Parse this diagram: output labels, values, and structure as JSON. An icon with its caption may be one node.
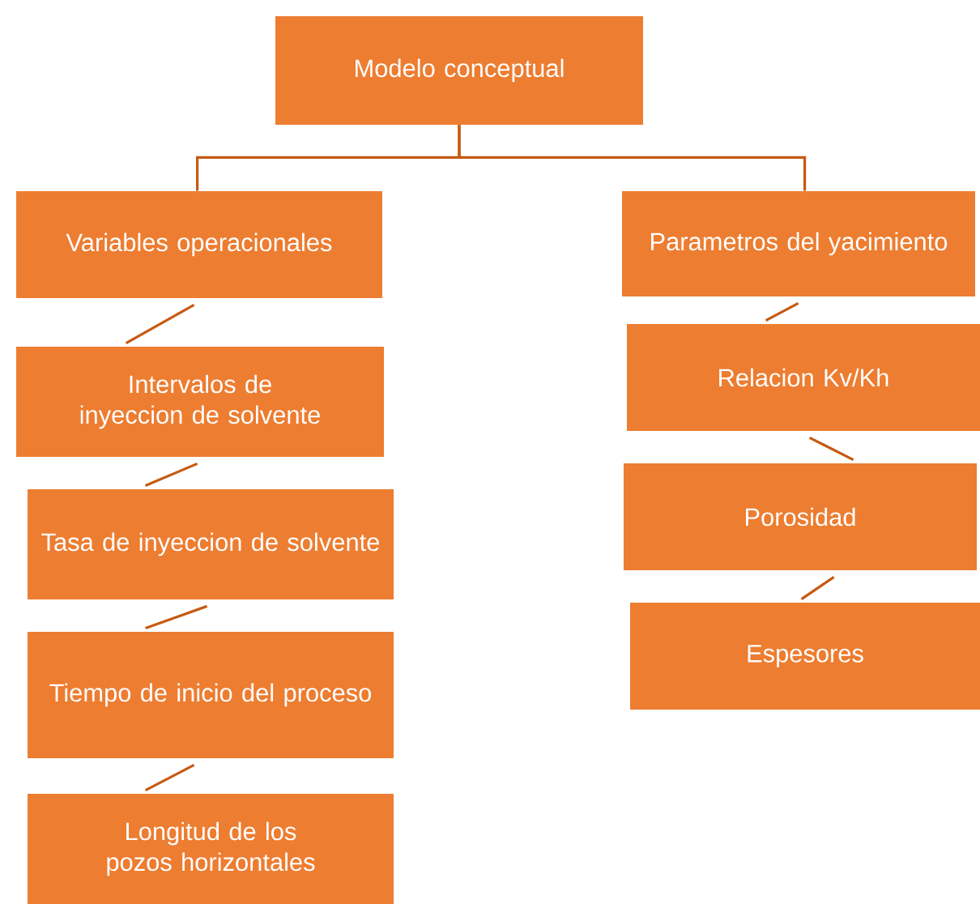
{
  "diagram": {
    "nodes": [
      {
        "text": [
          "Modelo conceptual"
        ]
      },
      {
        "text": [
          "Variables operacionales"
        ]
      },
      {
        "text": [
          "Intervalos de inyeccion de solvente"
        ]
      },
      {
        "text": [
          "Tasa de inyeccion de solvente"
        ]
      },
      {
        "text": [
          "Tiempo de inicio del proceso"
        ]
      },
      {
        "text": [
          "Longitud  de los pozos horizontales"
        ]
      },
      {
        "text": [
          "Parametros del yacimiento"
        ]
      },
      {
        "text": [
          "Relacion Kv/Kh"
        ]
      },
      {
        "text": [
          "Porosidad"
        ]
      },
      {
        "text": [
          "Espesores"
        ]
      }
    ],
    "edges": [
      {
        "from": 0,
        "to": 1,
        "arrow": "none"
      },
      {
        "from": 0,
        "to": 6,
        "arrow": "none"
      },
      {
        "from": 1,
        "to": 2,
        "arrow": "none"
      },
      {
        "from": 2,
        "to": 3,
        "arrow": "none"
      },
      {
        "from": 3,
        "to": 4,
        "arrow": "none"
      },
      {
        "from": 4,
        "to": 5,
        "arrow": "none"
      },
      {
        "from": 6,
        "to": 7,
        "arrow": "none"
      },
      {
        "from": 7,
        "to": 8,
        "arrow": "none"
      },
      {
        "from": 8,
        "to": 9,
        "arrow": "none"
      }
    ]
  }
}
